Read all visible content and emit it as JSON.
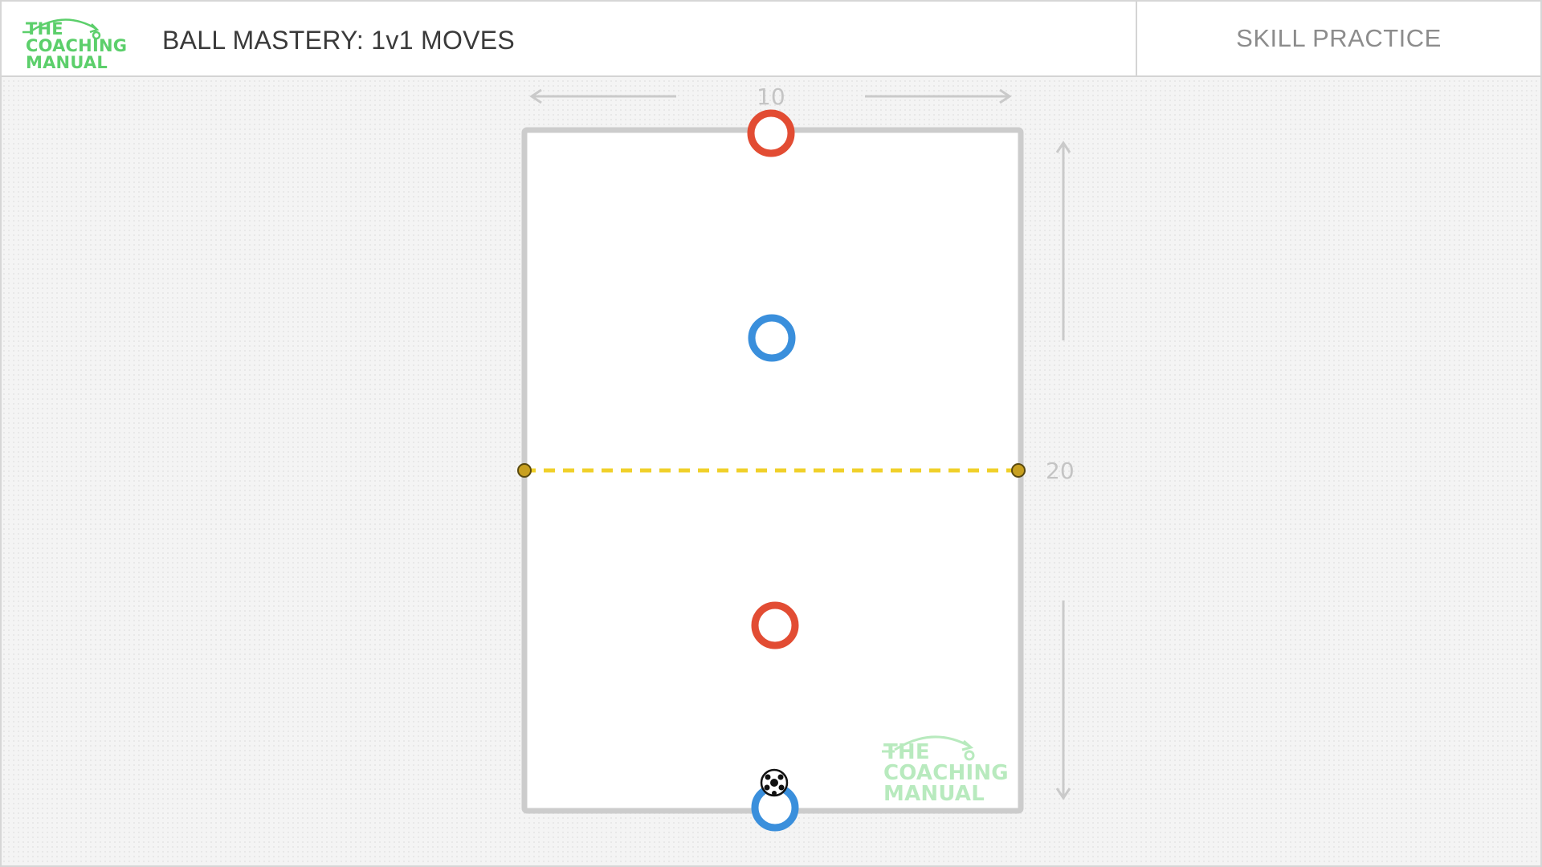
{
  "header": {
    "logo": {
      "line1": "THE",
      "line2": "COACHING",
      "line3": "MANUAL",
      "color": "#5ccf6b"
    },
    "title": "BALL MASTERY: 1v1 MOVES",
    "subtitle": "SKILL PRACTICE"
  },
  "diagram": {
    "width_label": "10",
    "height_label": "20",
    "line_color": "#f0d02a",
    "cone_color": "#c8a020",
    "pitch_border_color": "#cccccc",
    "players": [
      {
        "team": "red",
        "color": "#e24c33",
        "role": "defender-goal"
      },
      {
        "team": "blue",
        "color": "#3a8fdc",
        "role": "attacker"
      },
      {
        "team": "red",
        "color": "#e24c33",
        "role": "defender"
      },
      {
        "team": "blue",
        "color": "#3a8fdc",
        "role": "attacker-with-ball"
      }
    ],
    "ball_icon": "soccer-ball-icon"
  },
  "watermark": {
    "line1": "THE",
    "line2": "COACHING",
    "line3": "MANUAL"
  }
}
